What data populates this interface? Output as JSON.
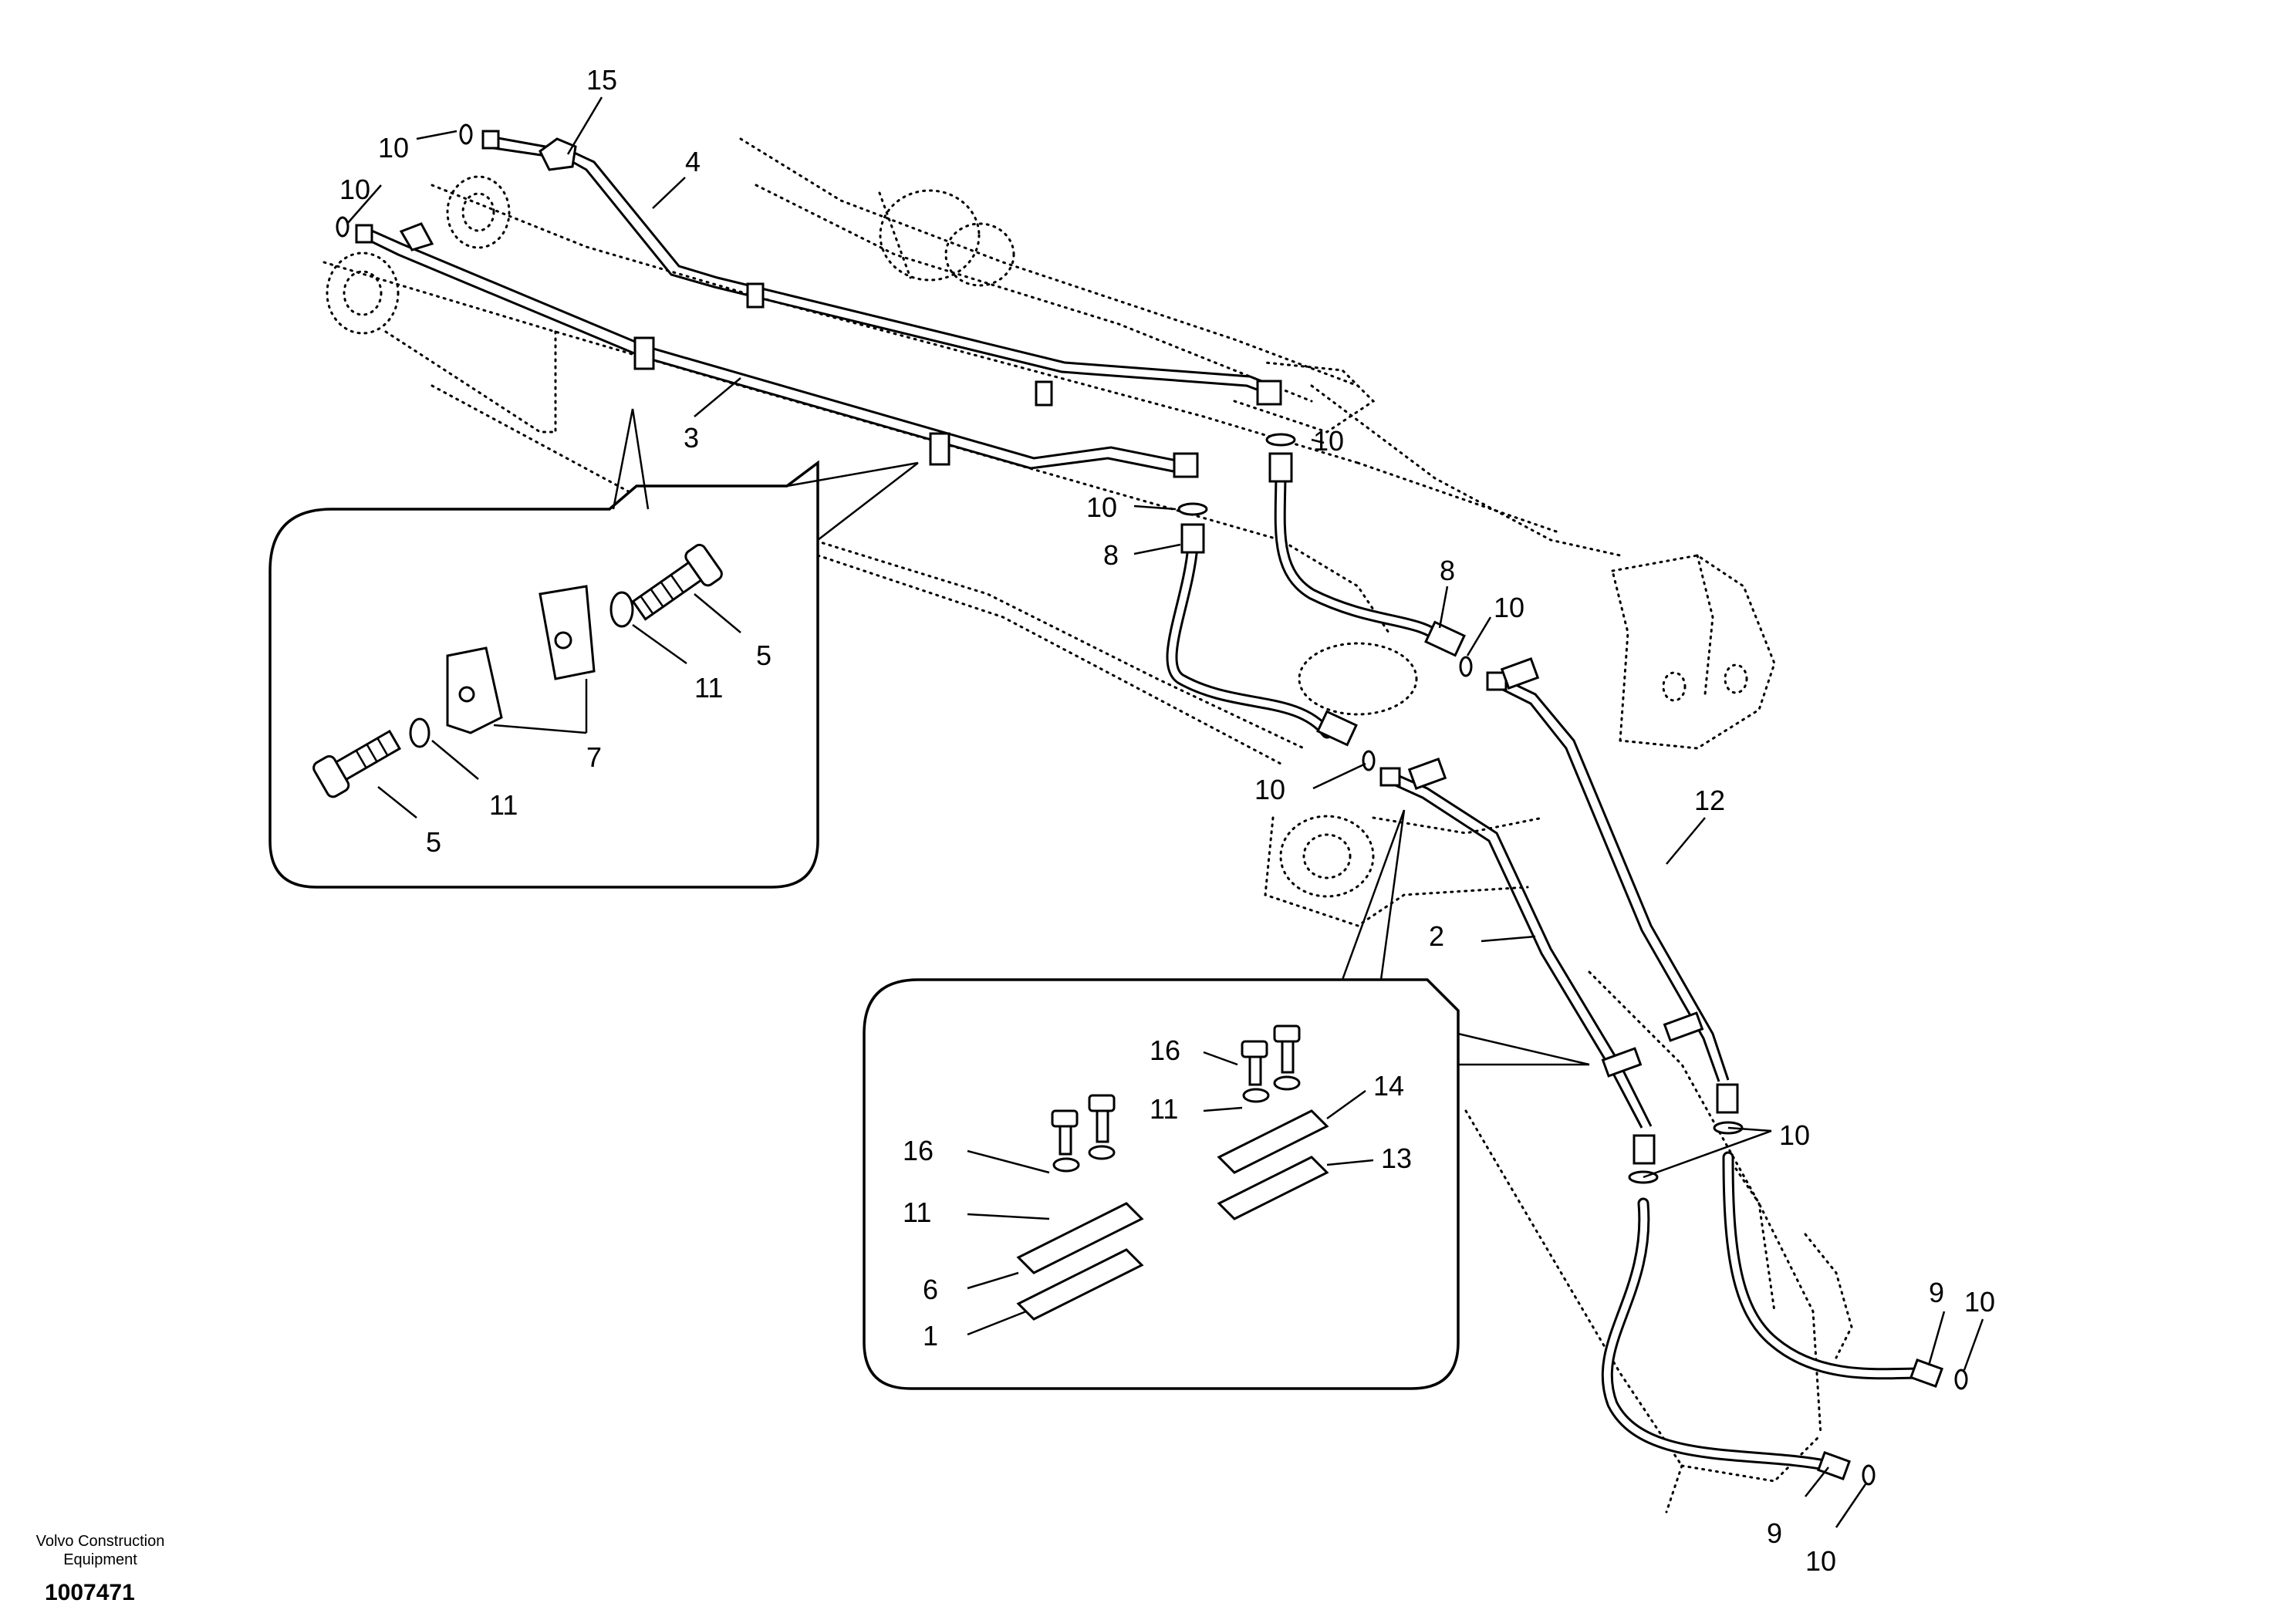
{
  "footer": {
    "company_line1": "Volvo Construction",
    "company_line2": "Equipment",
    "drawing_number": "1007471"
  },
  "callouts": {
    "c15": "15",
    "c10_top_a": "10",
    "c10_top_b": "10",
    "c4": "4",
    "c3": "3",
    "c10_right_a": "10",
    "c10_right_b": "10",
    "c8_a": "8",
    "c8_b": "8",
    "c10_mid": "10",
    "c10_lower": "10",
    "c12": "12",
    "c2": "2",
    "c10_hose": "10",
    "c9_a": "9",
    "c10_end_a": "10",
    "c9_b": "9",
    "c10_end_b": "10",
    "d5_a": "5",
    "d11_a": "11",
    "d7": "7",
    "d11_b": "11",
    "d5_b": "5",
    "d16_a": "16",
    "d11_c": "11",
    "d14": "14",
    "d13": "13",
    "d16_b": "16",
    "d11_d": "11",
    "d6": "6",
    "d1": "1"
  }
}
